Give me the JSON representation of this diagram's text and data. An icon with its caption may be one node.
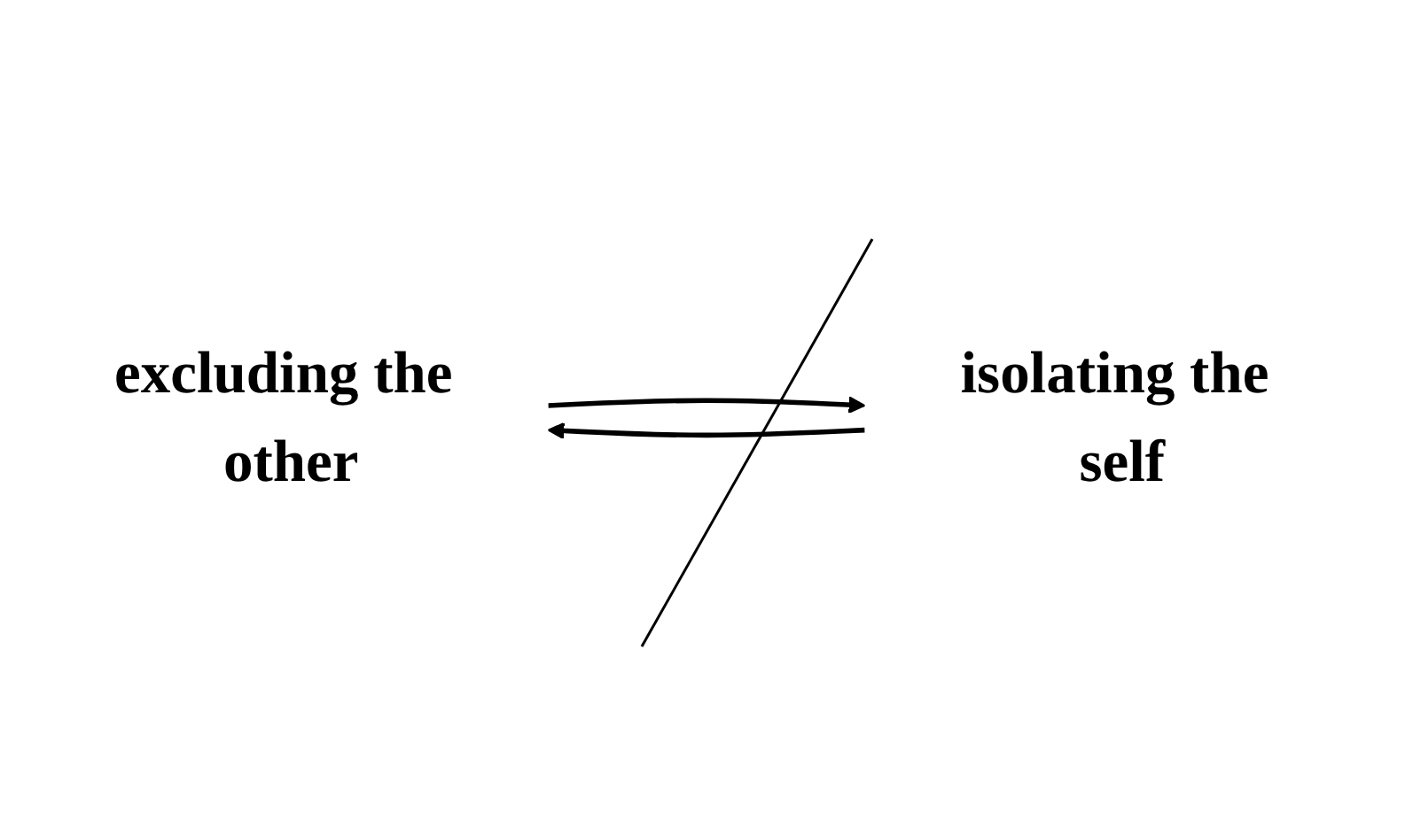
{
  "diagram": {
    "nodes": [
      {
        "text": [
          "excluding the other"
        ]
      },
      {
        "text": [
          "isolating the self"
        ]
      }
    ],
    "edges": [
      {
        "from": 0,
        "to": 1,
        "arrow": "to"
      },
      {
        "from": 1,
        "to": 0,
        "arrow": "to"
      }
    ]
  }
}
